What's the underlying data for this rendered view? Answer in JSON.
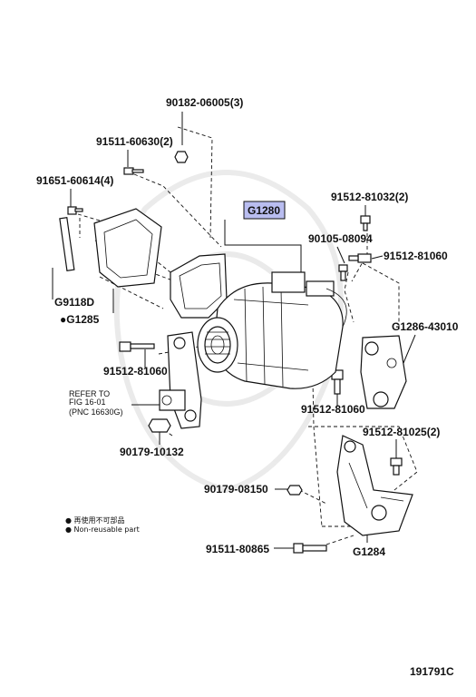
{
  "labels": {
    "p90182": "90182-06005(3)",
    "p91511a": "91511-60630(2)",
    "p91651": "91651-60614(4)",
    "pG1280": "G1280",
    "p91512a": "91512-81032(2)",
    "p90105": "90105-08094",
    "p91512b": "91512-81060",
    "pG9118D": "G9118D",
    "pG1285": "●G1285",
    "pG1286": "G1286-43010",
    "p91512c": "91512-81060",
    "refer1": "REFER TO",
    "refer2": "FIG  16-01",
    "refer3": "(PNC  16630G)",
    "p91512d": "91512-81060",
    "p90179a": "90179-10132",
    "p91512e": "91512-81025(2)",
    "p90179b": "90179-08150",
    "legend1": "● 再使用不可部品",
    "legend2": "● Non-reusable part",
    "p91511b": "91511-80865",
    "pG1284": "G1284",
    "diagram_id": "191791C"
  },
  "colors": {
    "highlight": "#b9bdf0",
    "ink": "#111111"
  }
}
